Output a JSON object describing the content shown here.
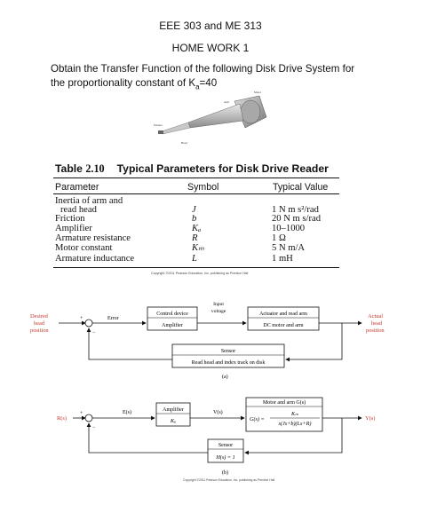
{
  "header": {
    "course": "EEE 303 and ME 313",
    "assignment": "HOME WORK 1"
  },
  "problem": {
    "line1": "Obtain the Transfer Function of the following Disk Drive System for",
    "line2_prefix": "the proportionality constant of K",
    "line2_sub": "a",
    "line2_suffix": "=40"
  },
  "illustration": {
    "labels": {
      "motor": "Motor",
      "arm": "Arm",
      "flexure": "Flexure",
      "head": "Head"
    }
  },
  "table": {
    "title_prefix": "Table ",
    "title_number": "2.10",
    "title_text": "Typical Parameters for Disk Drive Reader",
    "columns": [
      "Parameter",
      "Symbol",
      "Typical Value"
    ],
    "rows": [
      {
        "param": "Inertia of arm and",
        "symbol": "",
        "value": ""
      },
      {
        "param": "read head",
        "symbol": "J",
        "value": "1 N m s²/rad"
      },
      {
        "param": "Friction",
        "symbol": "b",
        "value": "20 N m s/rad"
      },
      {
        "param": "Amplifier",
        "symbol": "Kₐ",
        "value": "10–1000"
      },
      {
        "param": "Armature resistance",
        "symbol": "R",
        "value": "1 Ω"
      },
      {
        "param": "Motor constant",
        "symbol": "Kₘ",
        "value": "5 N m/A"
      },
      {
        "param": "Armature inductance",
        "symbol": "L",
        "value": "1 mH"
      }
    ],
    "copyright": "Copyright ©2011 Pearson Education, Inc. publishing as Prentice Hall"
  },
  "diagram_a": {
    "desired": [
      "Desired",
      "head",
      "position"
    ],
    "error": "Error",
    "control_device": "Control device",
    "amplifier": "Amplifier",
    "input_voltage": [
      "Input",
      "voltage"
    ],
    "actuator": "Actuator and read arm",
    "dc_motor": "DC motor and arm",
    "actual": [
      "Actual",
      "head",
      "position"
    ],
    "sensor": "Sensor",
    "sensor_desc": "Read head and index track on disk",
    "caption": "(a)",
    "plus": "+",
    "minus": "−"
  },
  "diagram_b": {
    "input": "R(s)",
    "error": "E(s)",
    "amplifier": "Amplifier",
    "gain": "Kₐ",
    "voltage": "V(s)",
    "motor_title": "Motor and arm G(s)",
    "g_lhs": "G(s) =",
    "g_num": "Kₘ",
    "g_den": "s(Js+b)(Ls+R)",
    "output": "Y(s)",
    "sensor": "Sensor",
    "sensor_tf": "H(s) = 1",
    "caption": "(b)",
    "plus": "+",
    "minus": "−",
    "copyright": "Copyright ©2011 Pearson Education, Inc. publishing as Prentice Hall"
  }
}
